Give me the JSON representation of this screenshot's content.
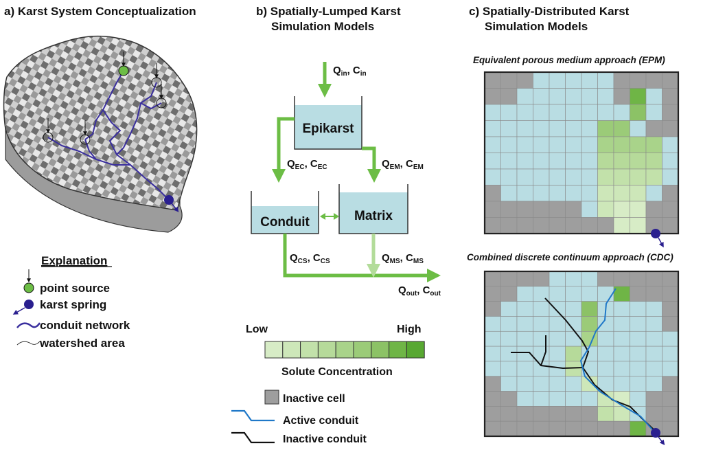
{
  "panel_a": {
    "title": "a) Karst System Conceptualization",
    "explanation_title": "Explanation",
    "legend": [
      "point source",
      "karst spring",
      "conduit network",
      "watershed area"
    ]
  },
  "panel_b": {
    "title_line1": "b) Spatially-Lumped Karst",
    "title_line2": "Simulation Models",
    "epikarst": "Epikarst",
    "conduit": "Conduit",
    "matrix": "Matrix",
    "flux_in": {
      "q": "Q",
      "qsub": "in",
      "c": "C",
      "csub": "in"
    },
    "flux_ec": {
      "q": "Q",
      "qsub": "EC",
      "c": "C",
      "csub": "EC"
    },
    "flux_em": {
      "q": "Q",
      "qsub": "EM",
      "c": "C",
      "csub": "EM"
    },
    "flux_cs": {
      "q": "Q",
      "qsub": "CS",
      "c": "C",
      "csub": "CS"
    },
    "flux_ms": {
      "q": "Q",
      "qsub": "MS",
      "c": "C",
      "csub": "MS"
    },
    "flux_out": {
      "q": "Q",
      "qsub": "out",
      "c": "C",
      "csub": "out"
    },
    "scale_low": "Low",
    "scale_high": "High",
    "scale_title": "Solute Concentration",
    "scale_colors": [
      "#d7ecc6",
      "#cde7b9",
      "#c2e1aa",
      "#b6da9a",
      "#a9d38a",
      "#9bcb78",
      "#8cc266",
      "#6fb546",
      "#58a832"
    ],
    "legend_inactive_cell": "Inactive cell",
    "legend_active_conduit": "Active conduit",
    "legend_inactive_conduit": "Inactive conduit"
  },
  "panel_c": {
    "title_line1": "c) Spatially-Distributed Karst",
    "title_line2": "Simulation Models",
    "epm_title": "Equivalent porous medium approach (EPM)",
    "cdc_title": "Combined discrete continuum approach (CDC)"
  },
  "colors": {
    "arrow_green": "#6cbd45",
    "arrow_light": "#b3dc9a",
    "box_fill": "#b9dde3",
    "inactive": "#9e9e9e",
    "active_conduit": "#1f78c8",
    "inactive_conduit": "#111111",
    "spring": "#2a1f8f",
    "network": "#3a2f9e"
  }
}
